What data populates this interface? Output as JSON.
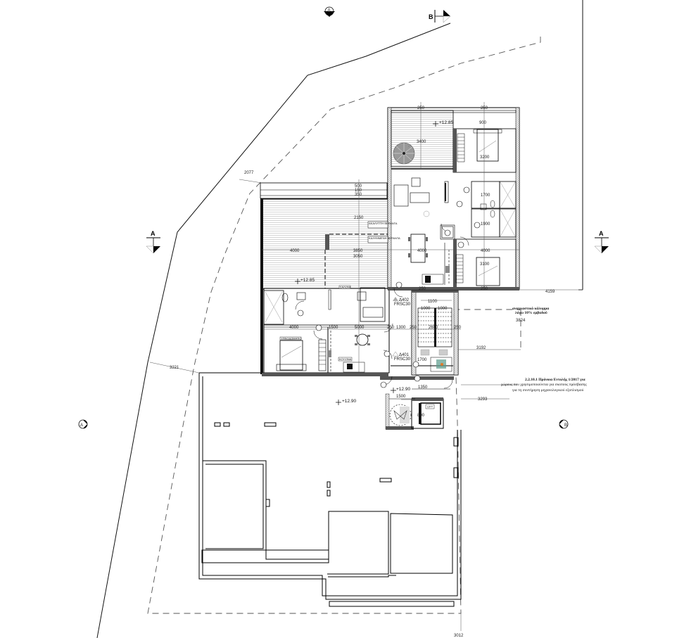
{
  "drawing": {
    "type": "architectural floor plan",
    "section_markers": {
      "top_A": "A",
      "top_B": "B",
      "left_A": "A",
      "right_A": "A",
      "left_circle_A": "A",
      "right_circle_B": "B"
    },
    "site_dimensions": {
      "nw": "2077",
      "west": "3221",
      "east_top": "4159",
      "east_mid": "3824",
      "east_lower": "3192",
      "east_bottom": "3293",
      "south": "3012"
    },
    "elevations": {
      "upper_terrace": "+12.85",
      "west_terrace": "+12.85",
      "entrance_landing": "+12.90",
      "roof_area": "+12.90"
    },
    "east_unit": {
      "terrace_depth": "3400",
      "top_wall_dims": [
        "250",
        "250"
      ],
      "balcony_width": "900",
      "bedroom1_width": "3200",
      "bath1_width": "1700",
      "bath2_width": "1900",
      "living_width": "4000",
      "bedroom2_span": "4000",
      "bedroom2_width": "3100",
      "bottom_wall_dims": [
        "250",
        "250"
      ]
    },
    "west_unit": {
      "top_dims": [
        "500",
        "150",
        "350"
      ],
      "terrace_depth": "2150",
      "terrace_width": "4000",
      "mid_dims": [
        "3850",
        "3050"
      ],
      "lower_span": "4000",
      "kitchen_dim": "1500",
      "dining_dim": "5000",
      "labels": {
        "terrace_a": "ΑΚΑΛΥΠΤΗ ΒΕΡΑΝΤΑ",
        "terrace_b": "ΚΑΛΥΜΜΕΝΗ ΒΕΡΑΝΤΑ",
        "living": "ΣΑΛΟΝΙ",
        "bedroom": "ΥΠΝΟΔΩΜΑΤΙΟ",
        "kitchen": "ΚΟΥΖΙΝΑ"
      }
    },
    "core": {
      "stair_top": "1100",
      "stair_split": [
        "1000",
        "1000"
      ],
      "stair_length": "2600",
      "corridor": "1300",
      "wall_sides": [
        "250",
        "250",
        "250",
        "250"
      ],
      "landing": "1700",
      "entrance": "1500",
      "lobby": "1350",
      "lift_depth": "800",
      "lift_label": "LIFT",
      "fire_doors": [
        "FRSC30",
        "FRSC30"
      ],
      "door_tags": [
        "Δ402",
        "Δ401"
      ],
      "stair_steps": [
        "1",
        "2",
        "3",
        "4",
        "5",
        "6",
        "7",
        "8"
      ]
    },
    "annotations": {
      "overhang_note_line1": "αναγκαστικό κάλυμμα",
      "overhang_note_line2": "λόγω 10% εμβαδού",
      "regulation_note_line1": "2.2.10.1 Πρόνοια Εντολής 1/2017 για",
      "regulation_note_line2": "χώρους που χρησιμοποιούνται για σκοπούς πρόσβασης",
      "regulation_note_line3": "για τη συντήρηση μηχανολογικού εξοπλισμού"
    },
    "colors": {
      "line": "#000000",
      "wall_fill": "#555555",
      "hatch": "#bbbbbb",
      "dashed_boundary": "#555555",
      "dim_line": "#888888"
    }
  }
}
